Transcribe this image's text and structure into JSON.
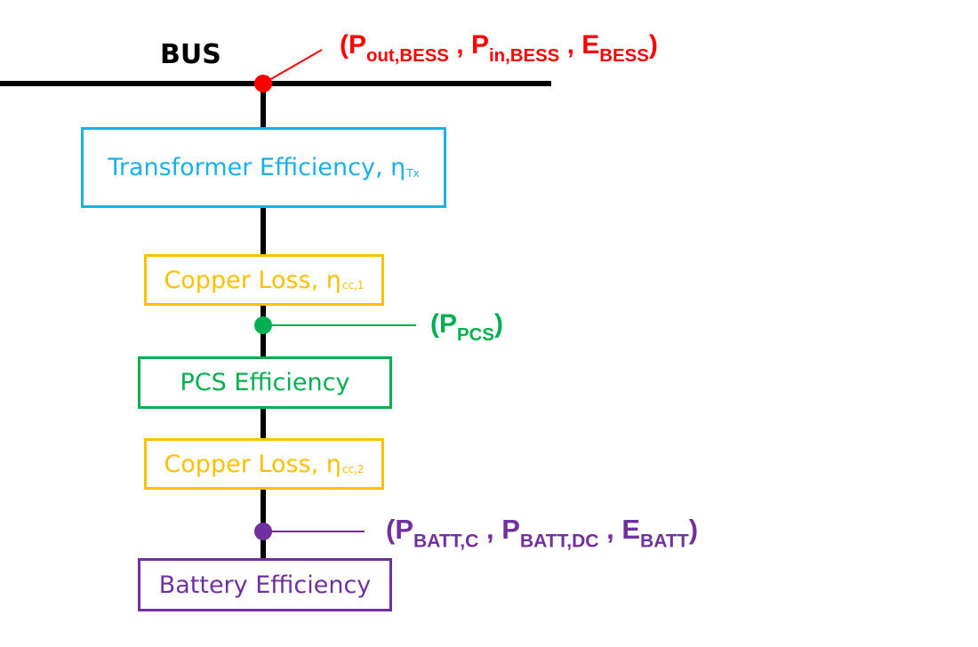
{
  "bus": {
    "label": "BUS"
  },
  "colors": {
    "bus": "#000000",
    "tx": "#1ab0e8",
    "copper": "#ffc000",
    "pcs": "#00b050",
    "battery": "#7030a0",
    "bess": "#ff0000"
  },
  "bess_point": {
    "open": "(",
    "p1_main": "P",
    "p1_sub": "out,BESS",
    "sep1": " , ",
    "p2_main": "P",
    "p2_sub": "in,BESS",
    "sep2": " , ",
    "p3_main": "E",
    "p3_sub": "BESS",
    "close": ")"
  },
  "pcs_point": {
    "open": "(",
    "main": "P",
    "sub": "PCS",
    "close": ")"
  },
  "batt_point": {
    "open": "(",
    "p1_main": "P",
    "p1_sub": "BATT,C",
    "sep1": " , ",
    "p2_main": "P",
    "p2_sub": "BATT,DC",
    "sep2": " , ",
    "p3_main": "E",
    "p3_sub": "BATT",
    "close": ")"
  },
  "blocks": {
    "transformer": {
      "text": "Transformer Efficiency, η",
      "sub": "Tx"
    },
    "copper1": {
      "text": "Copper Loss, η",
      "sub": "cc,1"
    },
    "pcs": {
      "text": "PCS Efficiency"
    },
    "copper2": {
      "text": "Copper Loss, η",
      "sub": "cc,2"
    },
    "battery": {
      "text": "Battery Efficiency"
    }
  }
}
